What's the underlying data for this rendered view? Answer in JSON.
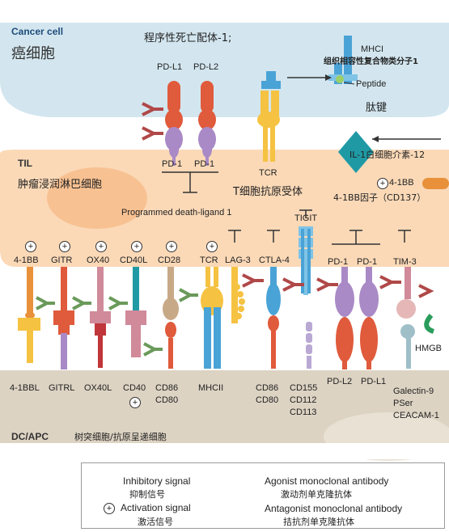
{
  "regions": {
    "cancer_cell_en": "Cancer cell",
    "cancer_cell_cn": "癌细胞",
    "til_en": "TIL",
    "til_cn": "肿瘤浸润淋巴细胞",
    "dc_apc_en": "DC/APC",
    "dc_apc_cn": "树突细胞/抗原呈递细胞"
  },
  "annotations": {
    "pd1_cn": "程序性死亡配体-1;",
    "mhc_cn": "组织相容性复合物类分子1",
    "peptide_cn": "肽键",
    "tcr_cn": "T细胞抗原受体",
    "pdl_en": "Programmed death-ligand 1",
    "il12_cn": "IL-1白细胞介素-12",
    "cd137_cn": "4-1BB因子（CD137）"
  },
  "top_molecules": {
    "pdl1": "PD-L1",
    "pdl2": "PD-L2",
    "mhci": "MHCI",
    "peptide": "Peptide",
    "pd1_a": "PD-1",
    "pd1_b": "PD-1",
    "tcr": "TCR",
    "tigit": "TIGIT",
    "fourbb": "4-1BB"
  },
  "til_receptors": [
    "4-1BB",
    "GITR",
    "OX40",
    "CD40L",
    "CD28",
    "TCR",
    "LAG-3",
    "CTLA-4",
    "PD-1",
    "PD-1",
    "TIM-3"
  ],
  "apc_ligands": {
    "l_41bbl": "4-1BBL",
    "l_gitrl": "GITRL",
    "l_ox40l": "OX40L",
    "l_cd40": "CD40",
    "l_cd86": "CD86",
    "l_cd80": "CD80",
    "l_mhcii": "MHCII",
    "l_cd86b": "CD86",
    "l_cd80b": "CD80",
    "l_cd155": "CD155",
    "l_cd112": "CD112",
    "l_cd113": "CD113",
    "l_pdl2": "PD-L2",
    "l_pdl1": "PD-L1",
    "l_galectin": "Galectin-9",
    "l_pser": "PSer",
    "l_ceacam": "CEACAM-1",
    "l_hmgb": "HMGB"
  },
  "legend": {
    "inhibitory_en": "Inhibitory signal",
    "inhibitory_cn": "抑制信号",
    "activation_en": "Activation signal",
    "activation_cn": "激活信号",
    "agonist_en": "Agonist monoclonal antibody",
    "agonist_cn": "激动剂单克隆抗体",
    "antagonist_en": "Antagonist monoclonal antibody",
    "antagonist_cn": "拮抗剂单克隆抗体"
  },
  "colors": {
    "cancer_bg": "#d3e6ef",
    "til_bg": "#fbd9b7",
    "apc_bg": "#ddd3c3",
    "agonist": "#6a9a5a",
    "antagonist": "#b04848",
    "red_protein": "#e05a3c",
    "purple_protein": "#a98ac6",
    "blue_protein": "#4aa3d6"
  }
}
